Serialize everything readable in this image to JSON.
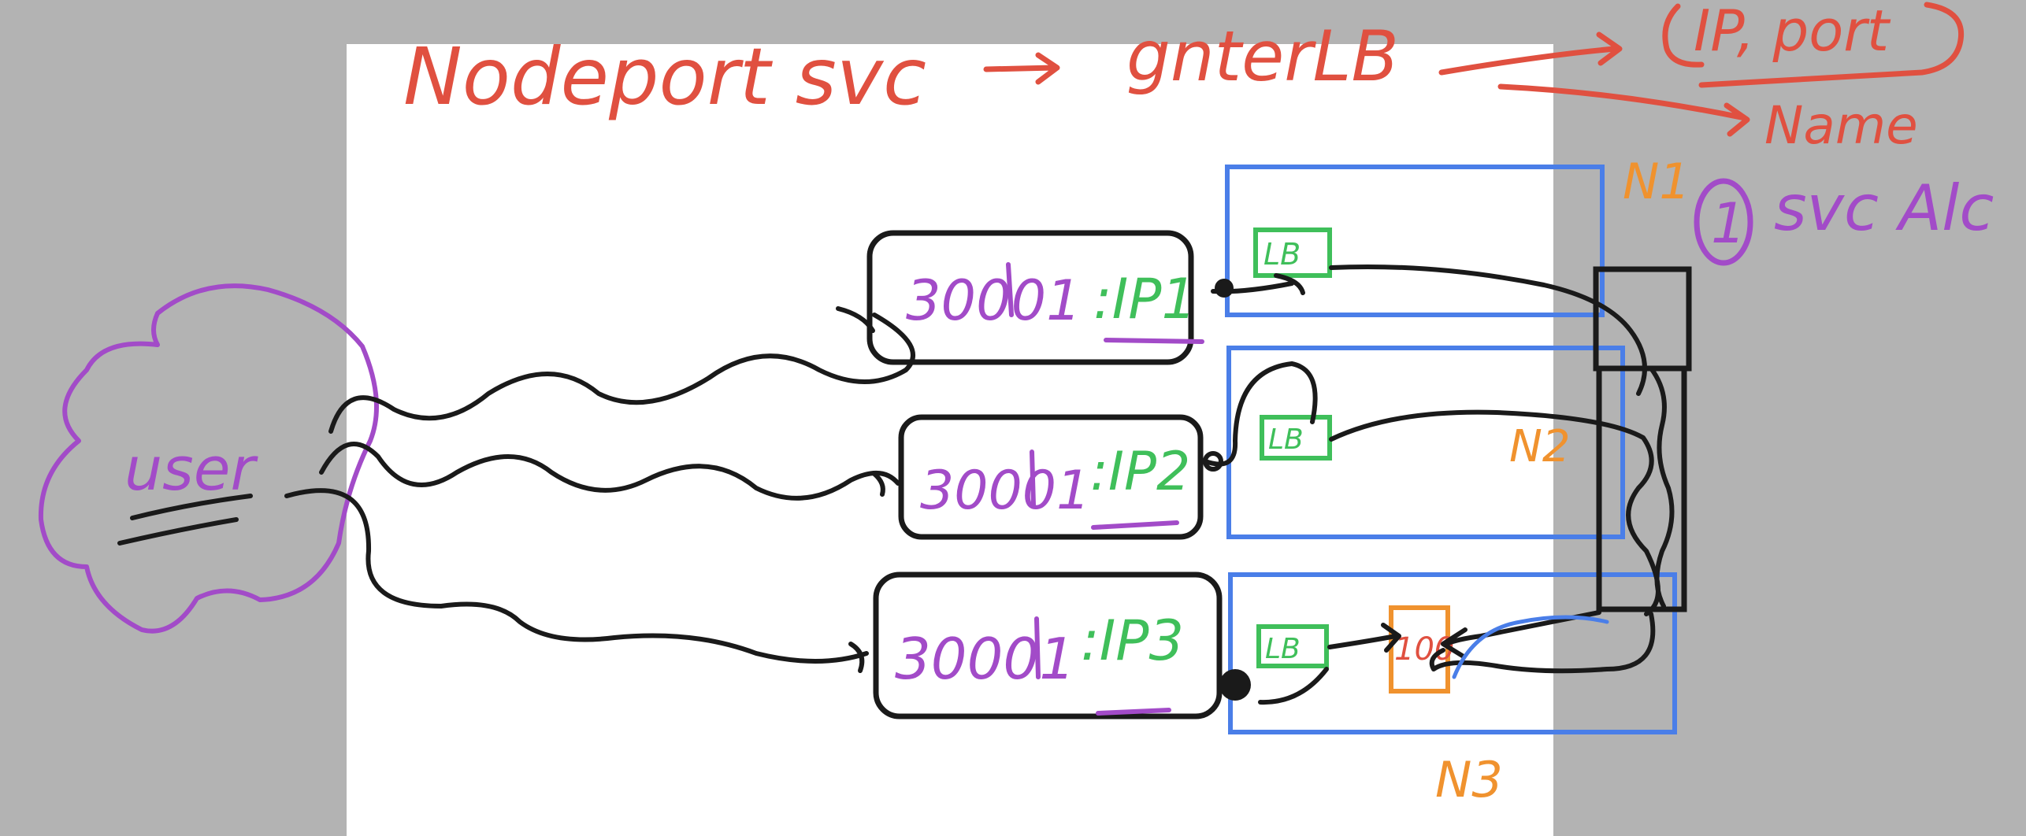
{
  "colors": {
    "backdrop": "#b3b3b3",
    "paper": "#ffffff",
    "red": "#e05040",
    "purple": "#a24bc8",
    "green": "#3fbf5a",
    "blue": "#4a7ee8",
    "orange": "#f0922e",
    "black": "#1a1a1a"
  },
  "header": {
    "title": "Nodeport svc",
    "arrow_target": "gnterLB",
    "result_ip_port": "IP, port",
    "result_name": "Name"
  },
  "note": {
    "number": "1",
    "text": "svc Alc"
  },
  "client": {
    "label": "user"
  },
  "entries": [
    {
      "port": "30001",
      "ip": ":IP1"
    },
    {
      "port": "30001",
      "ip": ":IP2"
    },
    {
      "port": "30001",
      "ip": ":IP3"
    }
  ],
  "nodes": [
    {
      "label": "N1",
      "lb": "LB"
    },
    {
      "label": "N2",
      "lb": "LB"
    },
    {
      "label": "N3",
      "lb": "LB"
    }
  ],
  "pod": {
    "label": "100"
  }
}
